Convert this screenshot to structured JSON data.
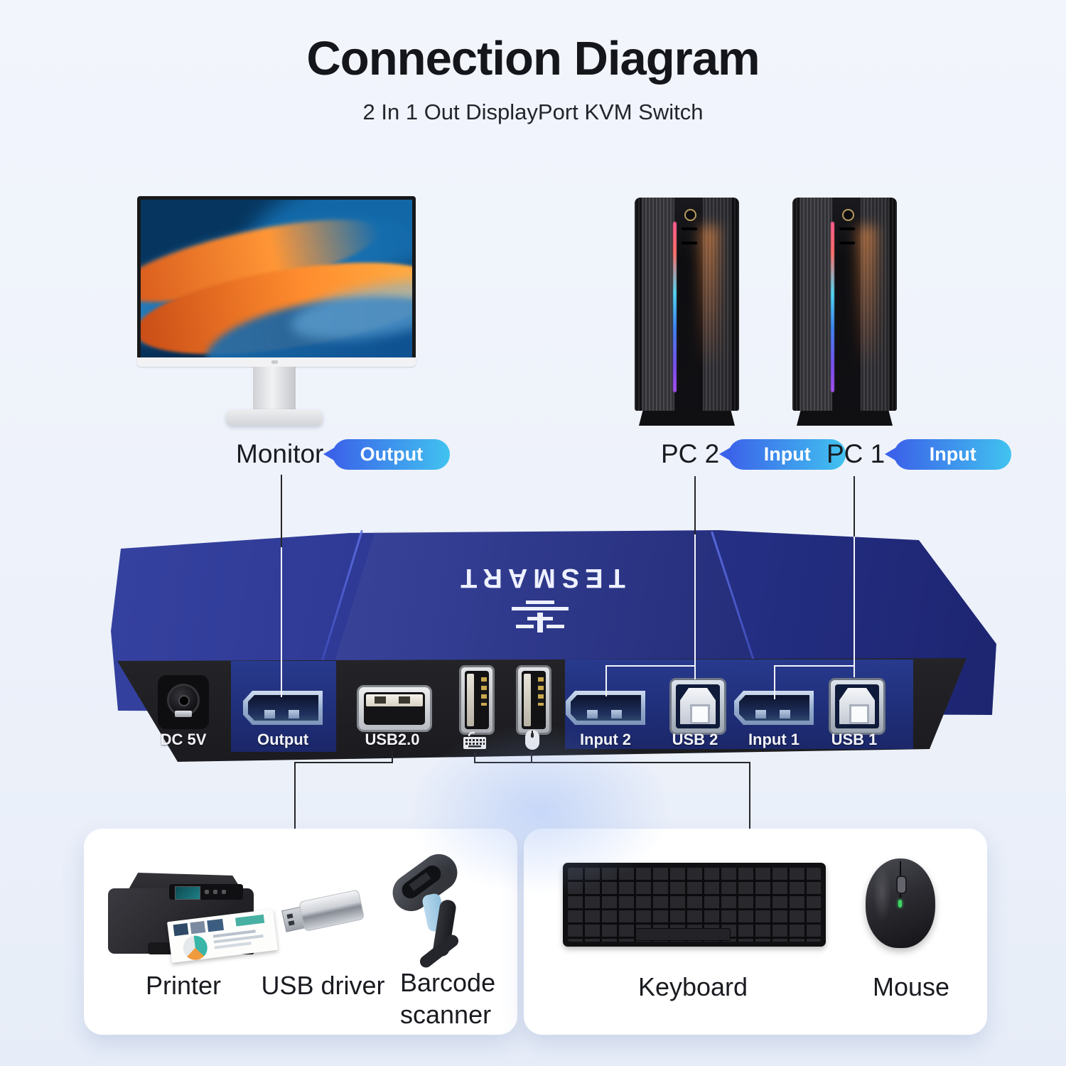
{
  "header": {
    "title": "Connection Diagram",
    "subtitle": "2 In 1 Out DisplayPort KVM Switch"
  },
  "brand": "TESMART",
  "devices": {
    "monitor": {
      "label": "Monitor",
      "badge": "Output"
    },
    "pc2": {
      "label": "PC 2",
      "badge": "Input"
    },
    "pc1": {
      "label": "PC 1",
      "badge": "Input"
    }
  },
  "ports": [
    {
      "id": "dc",
      "label": "DC 5V",
      "type": "dc-jack"
    },
    {
      "id": "output",
      "label": "Output",
      "type": "displayport",
      "highlight": true
    },
    {
      "id": "usb20",
      "label": "USB2.0",
      "type": "usb-a"
    },
    {
      "id": "kb",
      "icon": "keyboard-icon",
      "type": "usb-a-small"
    },
    {
      "id": "mouse",
      "icon": "mouse-icon",
      "type": "usb-a-small"
    },
    {
      "id": "input2",
      "label": "Input 2",
      "type": "displayport",
      "highlight": true
    },
    {
      "id": "usb2",
      "label": "USB 2",
      "type": "usb-b",
      "highlight": true
    },
    {
      "id": "input1",
      "label": "Input 1",
      "type": "displayport",
      "highlight": true
    },
    {
      "id": "usb1",
      "label": "USB 1",
      "type": "usb-b",
      "highlight": true
    }
  ],
  "peripherals": {
    "printer": "Printer",
    "usb_driver": "USB driver",
    "barcode_scanner": "Barcode scanner",
    "keyboard": "Keyboard",
    "mouse": "Mouse"
  },
  "colors": {
    "background": "#eef2fa",
    "badge_gradient_start": "#3b63e9",
    "badge_gradient_end": "#41c3f0",
    "device_blue": "#2c3793",
    "device_rear": "#242428",
    "port_highlight": "#1e2c74",
    "title_text": "#14161b",
    "port_label_text": "#f2f3f7"
  }
}
